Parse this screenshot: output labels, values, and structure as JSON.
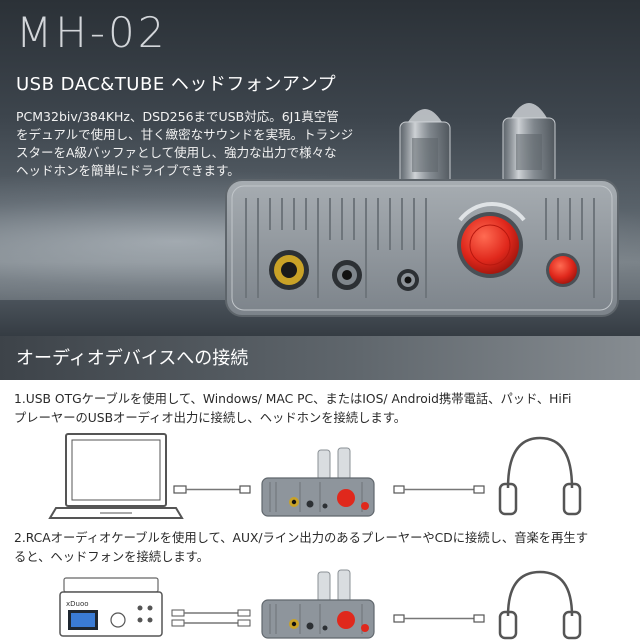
{
  "hero": {
    "model": "MH-02",
    "subtitle": "USB DAC&TUBE ヘッドフォンアンプ",
    "description_lines": [
      "PCM32biv/384KHz、DSD256までUSB対応。6J1真空管",
      "をデュアルで使用し、甘く緻密なサウンドを実現。トランジ",
      "スターをA級バッファとして使用し、強力な出力で様々な",
      "ヘッドホンを簡単にドライブできます。"
    ]
  },
  "section": {
    "title": "オーディオデバイスへの接続"
  },
  "steps": [
    {
      "lines": [
        "1.USB OTGケーブルを使用して、Windows/ MAC PC、またはIOS/ Android携帯電話、パッド、HiFi",
        "プレーヤーのUSBオーディオ出力に接続し、ヘッドホンを接続します。"
      ],
      "source_icon": "laptop-icon"
    },
    {
      "lines": [
        "2.RCAオーディオケーブルを使用して、AUX/ライン出力のあるプレーヤーやCDに接続し、音楽を再生す",
        "ると、ヘッドフォンを接続します。"
      ],
      "source_icon": "cd-player-icon",
      "source_brand": "xDuoo"
    }
  ],
  "colors": {
    "hero_dark": "#2b3137",
    "device_body": "#8e959c",
    "knob_red": "#e0281c",
    "jack_gold": "#c9a227",
    "line_art": "#555555"
  }
}
